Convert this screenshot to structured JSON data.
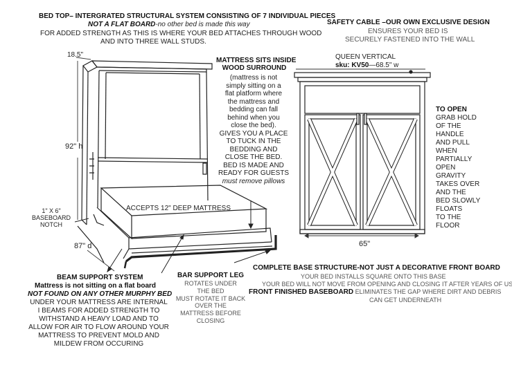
{
  "bed_top": {
    "title": "BED TOP– INTERGRATED STRUCTURAL SYSTEM CONSISTING OF 7 INDIVIDUAL PIECES",
    "emph": "NOT A FLAT BOARD",
    "emph_rest": "-no other bed is made this way",
    "line3": "FOR ADDED STRENGTH AS THIS IS WHERE YOUR BED ATTACHES THROUGH WOOD",
    "line4": "AND INTO THREE WALL STUDS."
  },
  "safety_cable": {
    "title": "SAFETY CABLE –OUR OWN EXCLUSIVE  DESIGN",
    "line2": "ENSURES YOUR BED IS",
    "line3": "SECURELY FASTENED INTO THE WALL"
  },
  "dims": {
    "depth_top": "18.5\"",
    "height": "92\" h",
    "depth_bottom": "87\" d",
    "width_bottom": "65\"",
    "baseboard": [
      "1\" X 6\"",
      "BASEBOARD",
      "NOTCH"
    ]
  },
  "queen": {
    "label": "QUEEN VERTICAL",
    "sku_bold": "sku: KV50",
    "sku_rest": "—68.5\" w"
  },
  "mattress_surround": {
    "title1": "MATTRESS SITS INSIDE",
    "title2": "WOOD SURROUND",
    "lines": [
      "(mattress is not",
      "simply sitting on a",
      "flat platform where",
      "the mattress and",
      "bedding can fall",
      "behind when you",
      "close the bed).",
      "GIVES YOU A PLACE",
      "TO TUCK IN THE",
      "BEDDING AND",
      "CLOSE  THE BED.",
      "BED IS MADE AND",
      "READY FOR GUESTS"
    ],
    "last": "must remove pillows"
  },
  "accepts": "ACCEPTS 12\" DEEP MATTRESS",
  "to_open": {
    "title": "TO OPEN",
    "lines": [
      "GRAB HOLD",
      "OF THE",
      "HANDLE",
      "AND PULL",
      "WHEN",
      "PARTIALLY",
      "OPEN",
      "GRAVITY",
      "TAKES OVER",
      "AND THE",
      "BED SLOWLY",
      "FLOATS",
      "TO THE",
      "FLOOR"
    ]
  },
  "base": {
    "title": "COMPLETE BASE STRUCTURE-NOT JUST A DECORATIVE FRONT BOARD",
    "line2": "YOUR BED INSTALLS SQUARE ONTO THIS BASE",
    "line3": "YOUR BED WILL NOT MOVE FROM OPENING AND CLOSING IT AFTER YEARS OF USE",
    "baseboard_bold": "FRONT FINISHED BASEBOARD",
    "baseboard_rest": " ELIMINATES THE GAP WHERE DIRT AND DEBRIS",
    "baseboard_line2": "CAN GET UNDERNEATH"
  },
  "beam": {
    "title": "BEAM SUPPORT SYSTEM",
    "line2": "Mattress is not sitting on a flat board",
    "line3": "NOT FOUND ON ANY OTHER MURPHY BED",
    "lines": [
      "UNDER YOUR MATTRESS ARE INTERNAL",
      "I BEAMS FOR ADDED STRENGTH TO",
      "WITHSTAND A HEAVY LOAD AND TO",
      "ALLOW FOR AIR TO FLOW AROUND YOUR",
      "MATTRESS TO PREVENT MOLD AND",
      "MILDEW FROM OCCURING"
    ]
  },
  "bar_leg": {
    "title": "BAR SUPPORT  LEG",
    "lines": [
      "ROTATES UNDER",
      "THE BED",
      "MUST ROTATE IT BACK",
      "OVER THE",
      "MATTRESS BEFORE",
      "CLOSING"
    ]
  }
}
